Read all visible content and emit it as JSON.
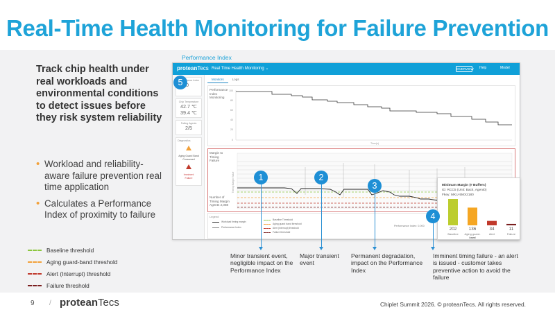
{
  "title": "Real-Time Health Monitoring for Failure Prevention",
  "lead_text": "Track chip health under real workloads and environmental conditions to detect issues before they risk system reliability",
  "bullets": [
    "Workload and reliability-aware failure prevention real time application",
    "Calculates a Performance Index of proximity to failure"
  ],
  "legend": [
    {
      "label": "Baseline threshold",
      "color": "#8cc63f"
    },
    {
      "label": "Aging guard-band threshold",
      "color": "#f2a13a"
    },
    {
      "label": "Alert (Interrupt) threshold",
      "color": "#c0392b"
    },
    {
      "label": "Failure threshold",
      "color": "#7a1f1f"
    }
  ],
  "perf_index_label": "Performance Index",
  "app": {
    "brand_main": "protean",
    "brand_reg": "Tecs",
    "view_name": "Real Time Health Monitoring ⌄",
    "top_button": "OVERVIEW",
    "help": "Help",
    "user": "Model",
    "tabs": [
      "Monitors",
      "Logs"
    ],
    "side": {
      "card1_label": "Performance Index",
      "card1_value": "0",
      "temp_label": "Chip Temperature",
      "temp1": "42.7 ℃",
      "temp2": "39.4 ℃",
      "agents_label": "Failing Agents",
      "agents_value": "2/5",
      "diag_label": "Diagnostics",
      "warn1": "Aging Guard Band",
      "warn2": "Consumed",
      "red1": "Imminent",
      "red2": "Failure"
    },
    "chart1_label": "Performance Index Monitoring",
    "chart1_y_ticks": [
      "100",
      "80",
      "60",
      "40",
      "20",
      "0"
    ],
    "chart1_x_label": "Time(s)",
    "zone_label": "Margin to Timing Failure",
    "zone_bottom_label": "Number of Timing Margin Agents 2,088",
    "zone_y_label": "Timing Margin Value",
    "legend_title": "Legend",
    "legend_items": [
      "Workload timing margin",
      "Performance Index",
      "Baseline Threshold",
      "Aging guard band threshold",
      "Alert (Interrupt) threshold",
      "Failure threshold"
    ],
    "pi_row": "Performance Index: 0.000"
  },
  "popup": {
    "title": "Minimum Margin (# Buffers)",
    "line2": "ID: RCC5 (Unit: Back, Agent0)",
    "line3": "Fkey: MKU-5MX2180",
    "value_label": "Level",
    "bars": [
      {
        "value": 202,
        "label": "Baseline",
        "color": "#bccd2e"
      },
      {
        "value": 136,
        "label": "Aging guard-band",
        "color": "#f5a623"
      },
      {
        "value": 34,
        "label": "Alert",
        "color": "#c0392b"
      },
      {
        "value": 11,
        "label": "Failure",
        "color": "#7a1f1f"
      }
    ]
  },
  "markers": [
    {
      "num": "1"
    },
    {
      "num": "2"
    },
    {
      "num": "3"
    },
    {
      "num": "4"
    },
    {
      "num": "5"
    }
  ],
  "annotations": [
    "Minor transient event, negligible impact on the Performance Index",
    "Major transient event",
    "Permanent degradation, impact on the Performance Index",
    "Imminent timing failure - an alert is issued - customer takes preventive action to avoid the failure"
  ],
  "footer": {
    "page": "9",
    "slash": "/",
    "brand_main": "protean",
    "brand_reg": "Tecs",
    "copyright": "Chiplet Summit 2026. © proteanTecs. All rights reserved."
  }
}
